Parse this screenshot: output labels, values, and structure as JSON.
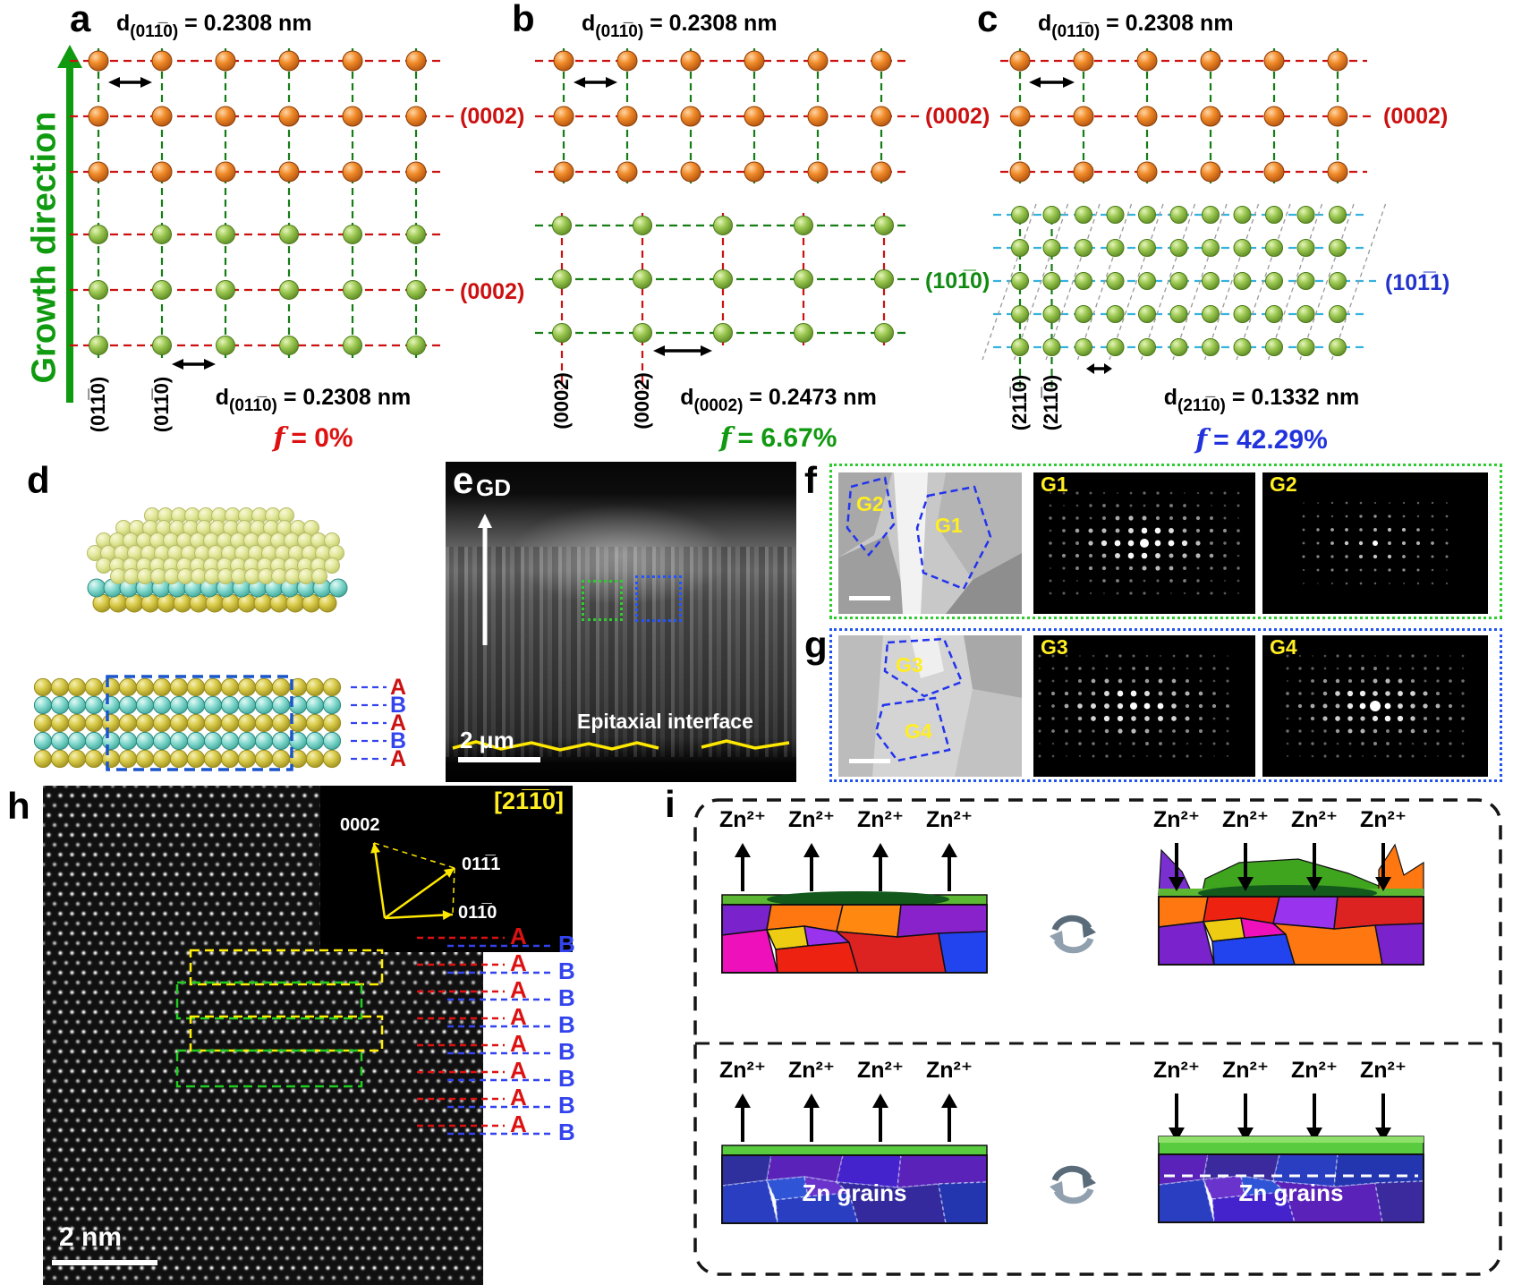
{
  "growth_direction": "Growth direction",
  "panel_a": {
    "tag": "a",
    "d_sym": "d",
    "d_top_sub": "(011̅0)",
    "d_top_val": " = 0.2308 nm",
    "plane_top": "(0002)",
    "plane_bottom": "(0002)",
    "col_label_1": "(011̅0)",
    "col_label_2": "(011̅0)",
    "d_bot_sub": "(011̅0)",
    "d_bot_val": " = 0.2308 nm",
    "f_sym": "f",
    "f_val": "= 0%"
  },
  "panel_b": {
    "tag": "b",
    "d_sym": "d",
    "d_top_sub": "(011̅0)",
    "d_top_val": " = 0.2308 nm",
    "plane_top": "(0002)",
    "plane_mid": "(101̅0)",
    "col_label_1": "(0002)",
    "col_label_2": "(0002)",
    "d_bot_sub": "(0002)",
    "d_bot_val": " = 0.2473 nm",
    "f_sym": "f",
    "f_val": "= 6.67%"
  },
  "panel_c": {
    "tag": "c",
    "d_sym": "d",
    "d_top_sub": "(011̅0)",
    "d_top_val": " = 0.2308 nm",
    "plane_top": "(0002)",
    "plane_mid": "(101̅1)",
    "col_label_1": "(211̅0)",
    "col_label_2": "(211̅0)",
    "d_bot_sub": "(211̅0)",
    "d_bot_val": " = 0.1332 nm",
    "f_sym": "f",
    "f_val": "= 42.29%"
  },
  "panel_d": {
    "tag": "d",
    "stack": [
      "A",
      "B",
      "A",
      "B",
      "A"
    ]
  },
  "panel_e": {
    "tag": "e",
    "gd": "GD",
    "interface_label": "Epitaxial interface",
    "scale": "2 μm"
  },
  "panel_f": {
    "tag": "f",
    "region_labels": [
      "G2",
      "G1"
    ],
    "pattern_labels": [
      "G1",
      "G2"
    ]
  },
  "panel_g": {
    "tag": "g",
    "region_labels": [
      "G3",
      "G4"
    ],
    "pattern_labels": [
      "G3",
      "G4"
    ]
  },
  "panel_h": {
    "tag": "h",
    "zone_axis": "[21̅1̅0]",
    "spot_0002": "0002",
    "spot_0111": "011̅1",
    "spot_0110": "011̅0",
    "scale": "2 nm",
    "layer_a": "A",
    "layer_b": "B"
  },
  "panel_i": {
    "tag": "i",
    "ion": "Zn²⁺",
    "grains_label": "Zn grains"
  }
}
